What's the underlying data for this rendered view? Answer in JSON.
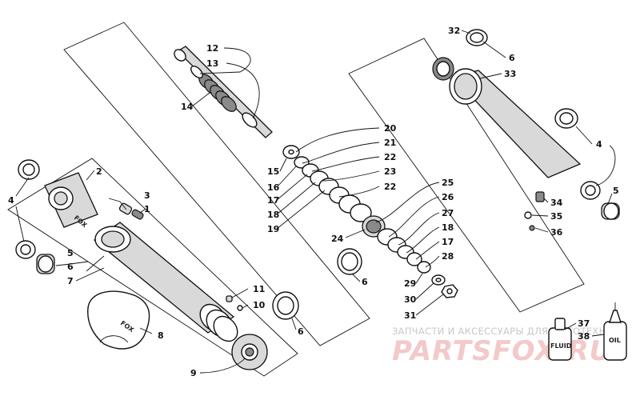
{
  "callouts": {
    "c1": "1",
    "c2": "2",
    "c3": "3",
    "c4": "4",
    "c5": "5",
    "c6": "6",
    "c7": "7",
    "c8": "8",
    "c9": "9",
    "c10": "10",
    "c11": "11",
    "c12": "12",
    "c13": "13",
    "c14": "14",
    "c15": "15",
    "c16": "16",
    "c17": "17",
    "c18": "18",
    "c19": "19",
    "c20": "20",
    "c21": "21",
    "c22": "22",
    "c23": "23",
    "c24": "24",
    "c25": "25",
    "c26": "26",
    "c27": "27",
    "c28": "28",
    "c29": "29",
    "c30": "30",
    "c31": "31",
    "c32": "32",
    "c33": "33",
    "c34": "34",
    "c35": "35",
    "c36": "36",
    "c37": "37",
    "c38": "38"
  },
  "brand": {
    "fox_body": "FOX",
    "fox_cover": "FOX",
    "bottle_fluid": "FLUID",
    "bottle_oil": "OIL"
  },
  "watermark": {
    "caption": "ЗАПЧАСТИ И АКСЕССУАРЫ ДЛЯ МОТОТЕХНИКИ",
    "logo": "PARTSFOX.RU"
  },
  "colors": {
    "line": "#111111",
    "watermark_caption": "#c8c8c8",
    "watermark_logo": "#f3c9c9"
  }
}
